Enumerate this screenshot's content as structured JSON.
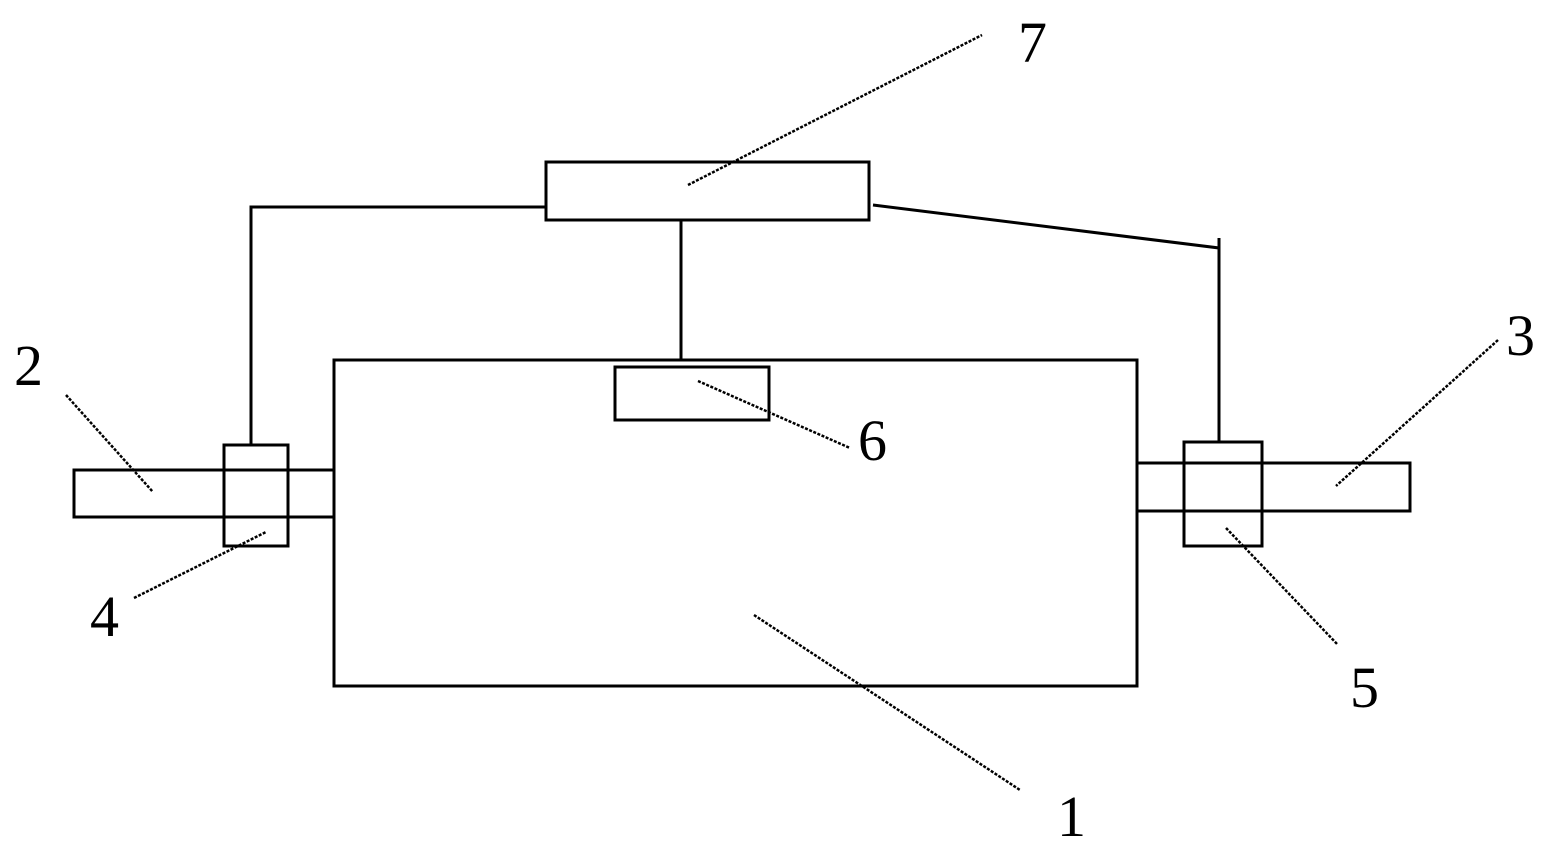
{
  "labels": {
    "main_body": "1",
    "left_pipe": "2",
    "right_pipe": "3",
    "left_valve": "4",
    "right_valve": "5",
    "sensor": "6",
    "controller": "7"
  },
  "colors": {
    "line": "#000000",
    "background": "#ffffff"
  }
}
